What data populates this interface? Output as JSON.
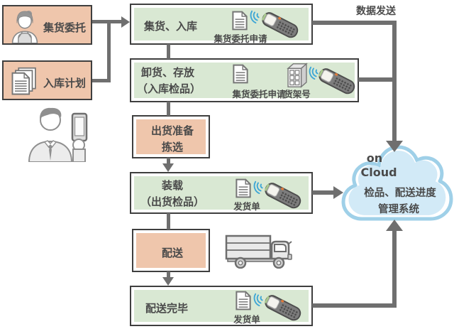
{
  "top_right_label": "数据发送",
  "sources": {
    "collection_request": "集货委托",
    "inbound_plan": "入库计划"
  },
  "steps": {
    "receive": {
      "title": "集货、入库",
      "doc_label": "集货委托申请"
    },
    "unload": {
      "title_line1": "卸货、存放",
      "title_line2": "（入库检品）",
      "doc_label": "集货委托申请",
      "rack_label": "货架号"
    },
    "prepare": {
      "line1": "出货准备",
      "line2": "拣选"
    },
    "load": {
      "title_line1": "装载",
      "title_line2": "（出货检品）",
      "doc_label": "发货单"
    },
    "deliver": {
      "label": "配送"
    },
    "delivered": {
      "title": "配送完毕",
      "doc_label": "发货单"
    }
  },
  "cloud": {
    "on": "on",
    "brand": "Cloud",
    "line1": "检品、配送进度",
    "line2": "管理系统"
  },
  "colors": {
    "pink": "#efc6ac",
    "green": "#d9e8d3",
    "box_border": "#3f3f3f",
    "connector": "#6f6f6f",
    "text": "#4a4a4a",
    "cloud_fill": "#d2eaf7",
    "cloud_stroke": "#9fd0e8",
    "wifi": "#3fa7d6"
  }
}
